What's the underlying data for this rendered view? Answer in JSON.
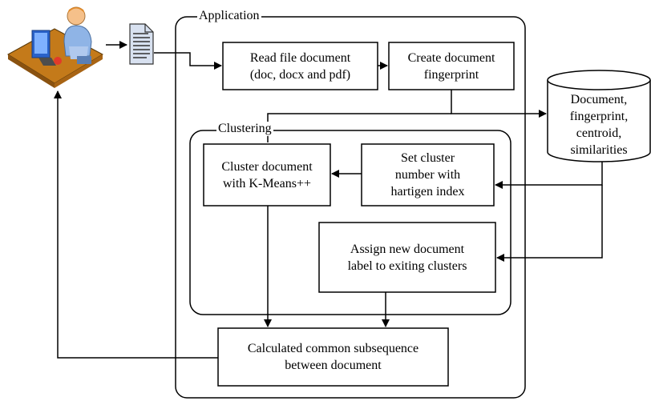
{
  "groups": {
    "application": "Application",
    "clustering": "Clustering"
  },
  "boxes": {
    "read_file": "Read file document\n(doc, docx and pdf)",
    "create_fingerprint": "Create document\nfingerprint",
    "cluster_document": "Cluster document\nwith K-Means++",
    "set_cluster_number": "Set cluster\nnumber with\nhartigen index",
    "assign_label": "Assign new document\nlabel to exiting clusters",
    "calc_subsequence": "Calculated common subsequence\nbetween document"
  },
  "database": {
    "label": "Document,\nfingerprint,\ncentroid,\nsimilarities"
  },
  "icons": {
    "user": "user-at-computer-icon",
    "document": "document-icon"
  }
}
